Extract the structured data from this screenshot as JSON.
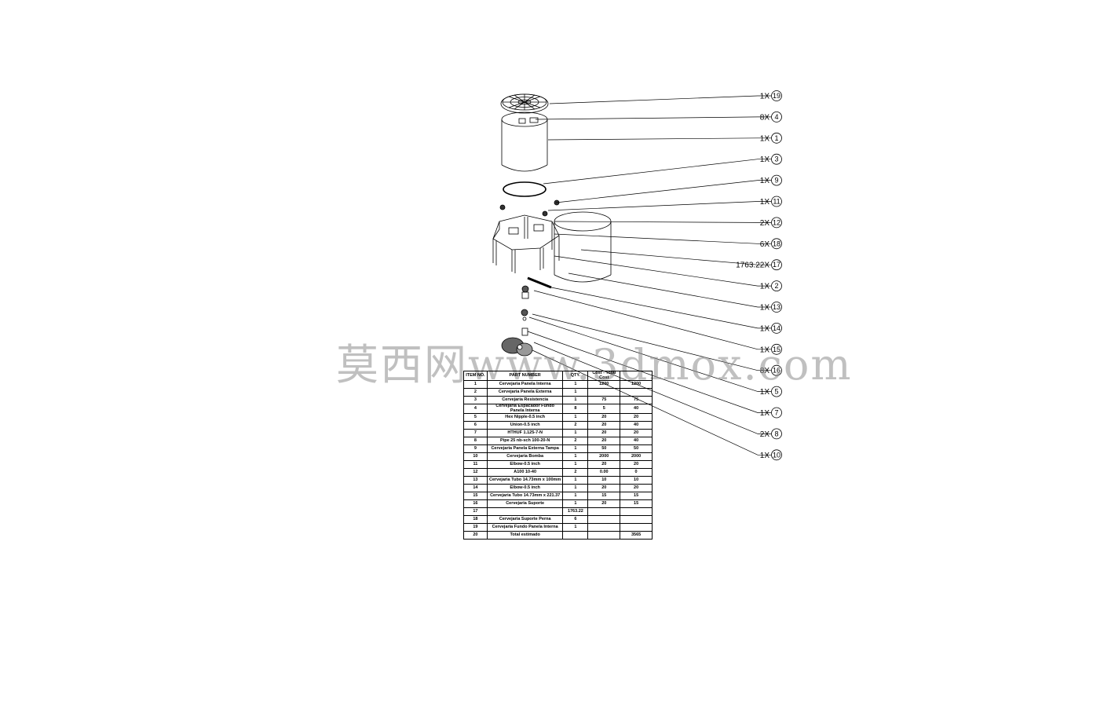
{
  "watermark": "莫西网www.3dmox.com",
  "callouts": [
    {
      "qty": "1X",
      "num": "19"
    },
    {
      "qty": "8X",
      "num": "4"
    },
    {
      "qty": "1X",
      "num": "1"
    },
    {
      "qty": "1X",
      "num": "3"
    },
    {
      "qty": "1X",
      "num": "9"
    },
    {
      "qty": "1X",
      "num": "11"
    },
    {
      "qty": "2X",
      "num": "12"
    },
    {
      "qty": "6X",
      "num": "18"
    },
    {
      "qty": "1763.22X",
      "num": "17"
    },
    {
      "qty": "1X",
      "num": "2"
    },
    {
      "qty": "1X",
      "num": "13"
    },
    {
      "qty": "1X",
      "num": "14"
    },
    {
      "qty": "1X",
      "num": "15"
    },
    {
      "qty": "8X",
      "num": "16"
    },
    {
      "qty": "1X",
      "num": "5"
    },
    {
      "qty": "1X",
      "num": "7"
    },
    {
      "qty": "2X",
      "num": "8"
    },
    {
      "qty": "1X",
      "num": "10"
    }
  ],
  "bom": {
    "headers": [
      "ITEM NO.",
      "PART NUMBER",
      "QTY.",
      "Cost - Total Cost",
      ""
    ],
    "rows": [
      [
        "1",
        "Cervejaria Panela Interna",
        "1",
        "1200",
        "1200"
      ],
      [
        "2",
        "Cervejaria Panela Externa",
        "1",
        "",
        ""
      ],
      [
        "3",
        "Cervejaria Resistencia",
        "1",
        "75",
        "75"
      ],
      [
        "4",
        "Cervejaria Espacador Fundo Panela Interna",
        "8",
        "5",
        "40"
      ],
      [
        "5",
        "Hex Nipple-0.5 inch",
        "1",
        "20",
        "20"
      ],
      [
        "6",
        "Union-0.5 inch",
        "2",
        "20",
        "40"
      ],
      [
        "7",
        "HTHUF 1.125-7-N",
        "1",
        "20",
        "20"
      ],
      [
        "8",
        "Pipe 25 nb-sch 100-20-N",
        "2",
        "20",
        "40"
      ],
      [
        "9",
        "Cervejaria Panela Externa Tampa",
        "1",
        "50",
        "50"
      ],
      [
        "10",
        "Cervejaria Bomba",
        "1",
        "2000",
        "2000"
      ],
      [
        "11",
        "Elbow-0.5 inch",
        "1",
        "20",
        "20"
      ],
      [
        "12",
        "A100 10-40",
        "2",
        "0.00",
        "0"
      ],
      [
        "13",
        "Cervejaria Tubo 14.73mm x 100mm",
        "1",
        "10",
        "10"
      ],
      [
        "14",
        "Elbow-0.5 inch",
        "1",
        "20",
        "20"
      ],
      [
        "15",
        "Cervejaria Tubo 14.73mm x 221.37",
        "1",
        "15",
        "15"
      ],
      [
        "16",
        "Cervejaria Suporte",
        "1",
        "20",
        "15"
      ],
      [
        "17",
        "",
        "1763.22",
        "",
        ""
      ],
      [
        "18",
        "Cervejaria Suporte Perna",
        "6",
        "",
        ""
      ],
      [
        "19",
        "Cervejaria Fundo Panela Interna",
        "1",
        "",
        ""
      ],
      [
        "20",
        "Total estimado",
        "",
        "",
        "3565"
      ]
    ]
  }
}
